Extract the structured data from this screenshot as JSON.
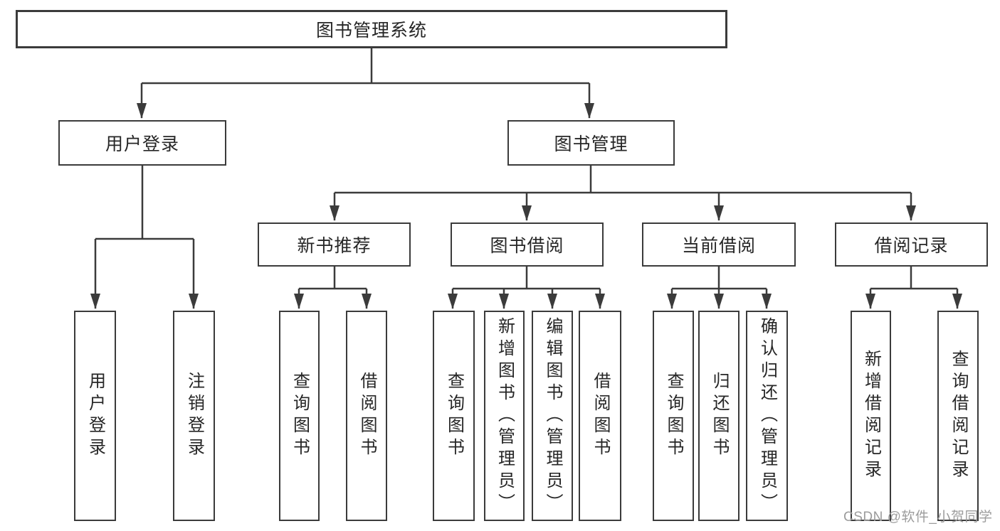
{
  "diagram": {
    "root": {
      "label": "图书管理系统"
    },
    "branches": [
      {
        "label": "用户登录",
        "children": [
          "用户登录",
          "注销登录"
        ]
      },
      {
        "label": "图书管理",
        "children": [
          {
            "label": "新书推荐",
            "children": [
              "查询图书",
              "借阅图书"
            ]
          },
          {
            "label": "图书借阅",
            "children": [
              "查询图书",
              "新增图书（管理员）",
              "编辑图书（管理员）",
              "借阅图书"
            ]
          },
          {
            "label": "当前借阅",
            "children": [
              "查询图书",
              "归还图书",
              "确认归还（管理员）"
            ]
          },
          {
            "label": "借阅记录",
            "children": [
              "新增借阅记录",
              "查询借阅记录"
            ]
          }
        ]
      }
    ]
  },
  "watermark": {
    "text": "CSDN @软件_小贺同学"
  },
  "colors": {
    "line": "#3b3b3b",
    "text": "#262626",
    "watermark": "#9c9c9c",
    "background": "#ffffff"
  }
}
